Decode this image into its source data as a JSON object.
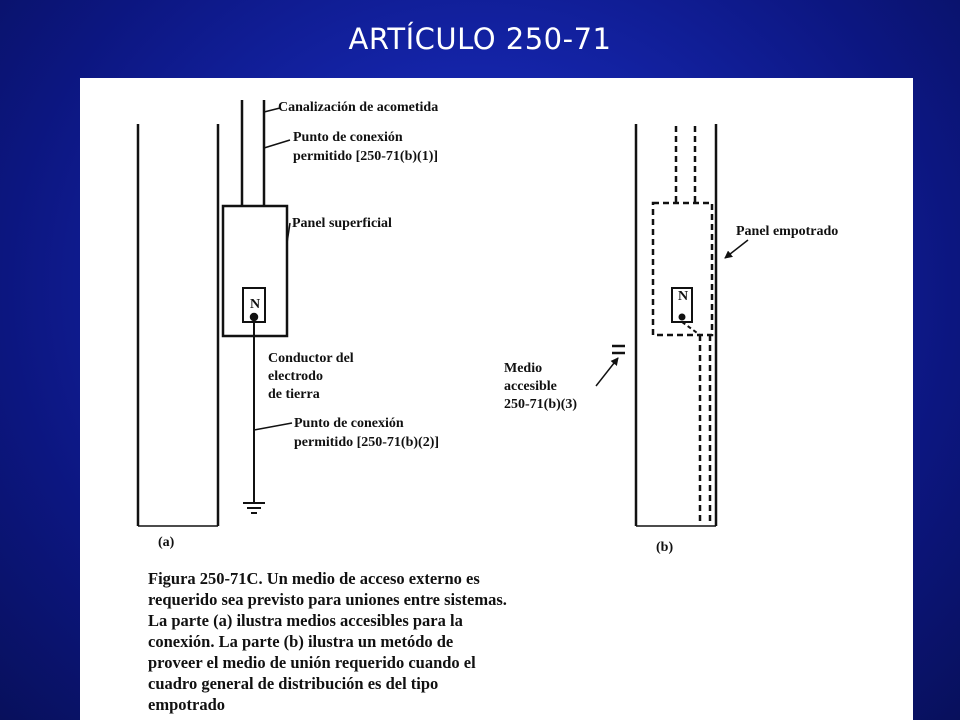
{
  "slide": {
    "title": "ARTÍCULO 250-71",
    "background_color": "#1424a8",
    "title_color": "#ffffff"
  },
  "figure": {
    "labels": {
      "canalizacion": "Canalización de acometida",
      "punto1_l1": "Punto de conexión",
      "punto1_l2": "permitido [250-71(b)(1)]",
      "panel_sup": "Panel superficial",
      "conductor_l1": "Conductor del",
      "conductor_l2": "electrodo",
      "conductor_l3": "de tierra",
      "punto2_l1": "Punto de conexión",
      "punto2_l2": "permitido [250-71(b)(2)]",
      "panel_emp": "Panel empotrado",
      "medio_l1": "Medio",
      "medio_l2": "accesible",
      "medio_l3": "250-71(b)(3)",
      "neutral_a": "N",
      "neutral_b": "N",
      "part_a": "(a)",
      "part_b": "(b)"
    },
    "caption": [
      "Figura 250-71C. Un medio de acceso externo es",
      "requerido sea previsto para uniones entre sistemas.",
      "La parte (a) ilustra medios accesibles para la",
      "conexión. La parte (b) ilustra un metódo  de",
      "proveer el medio de unión requerido cuando el",
      "cuadro general de distribución es del tipo",
      "empotrado"
    ]
  }
}
